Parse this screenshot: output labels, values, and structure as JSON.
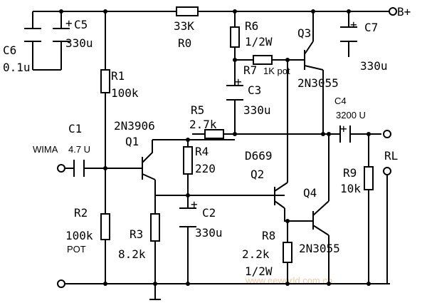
{
  "supply": {
    "label": "B+"
  },
  "components": {
    "c6": {
      "ref": "C6",
      "value": "0.1u"
    },
    "c5": {
      "ref": "C5",
      "value": "330u",
      "polarity": "+"
    },
    "r0": {
      "ref": "R0",
      "value": "33K"
    },
    "r6": {
      "ref": "R6",
      "value": "1/2W"
    },
    "q3": {
      "ref": "Q3",
      "part": "2N3055"
    },
    "c7": {
      "ref": "C7",
      "value": "330u",
      "polarity": "+"
    },
    "r7": {
      "ref": "R7",
      "value": "1K pot"
    },
    "c3": {
      "ref": "C3",
      "value": "330u",
      "polarity": "+"
    },
    "r1": {
      "ref": "R1",
      "value": "100k"
    },
    "c1": {
      "ref": "C1",
      "brand": "WIMA",
      "value": "4.7 U"
    },
    "q1": {
      "ref": "Q1",
      "part": "2N3906"
    },
    "r5": {
      "ref": "R5",
      "value": "2.7k"
    },
    "r4": {
      "ref": "R4",
      "value": "220"
    },
    "q2": {
      "ref": "Q2",
      "part": "D669"
    },
    "c4": {
      "ref": "C4",
      "value": "3200 U",
      "polarity": "+"
    },
    "rl": {
      "ref": "RL"
    },
    "r9": {
      "ref": "R9",
      "value": "10k"
    },
    "q4": {
      "ref": "Q4",
      "part": "2N3055"
    },
    "r2": {
      "ref": "R2",
      "value": "100k",
      "note": "POT"
    },
    "r3": {
      "ref": "R3",
      "value": "8.2k"
    },
    "c2": {
      "ref": "C2",
      "value": "330u",
      "polarity": "+"
    },
    "r8": {
      "ref": "R8",
      "value": "2.2k",
      "rating": "1/2W"
    }
  },
  "watermark": "www.eeworld.com.cn",
  "colors": {
    "ink": "#000000",
    "background": "#ffffff",
    "watermark": "#f2c8a8"
  }
}
